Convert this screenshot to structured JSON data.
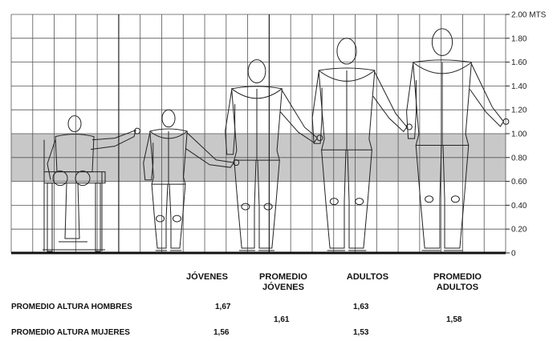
{
  "scale": {
    "unit": "MTS",
    "ticks": [
      {
        "v": 2.0,
        "label": "2.00 MTS"
      },
      {
        "v": 1.8,
        "label": "1.80"
      },
      {
        "v": 1.6,
        "label": "1.60"
      },
      {
        "v": 1.4,
        "label": "1.40"
      },
      {
        "v": 1.2,
        "label": "1.20"
      },
      {
        "v": 1.0,
        "label": "1.00"
      },
      {
        "v": 0.8,
        "label": "0.80"
      },
      {
        "v": 0.6,
        "label": "0.60"
      },
      {
        "v": 0.4,
        "label": "0.40"
      },
      {
        "v": 0.2,
        "label": "0.20"
      },
      {
        "v": 0.0,
        "label": "0"
      }
    ],
    "band": [
      0.6,
      1.0
    ],
    "band_color": "#c8c8c8"
  },
  "figures": [
    {
      "kind": "wheelchair",
      "height": 1.15
    },
    {
      "kind": "child",
      "height": 1.2
    },
    {
      "kind": "youth",
      "height": 1.62
    },
    {
      "kind": "adult-female",
      "height": 1.8
    },
    {
      "kind": "adult-male",
      "height": 1.88
    }
  ],
  "table": {
    "headers": {
      "jovenes": "JÓVENES",
      "promedio_jovenes_1": "PROMEDIO",
      "promedio_jovenes_2": "JÓVENES",
      "adultos": "ADULTOS",
      "promedio_adultos_1": "PROMEDIO",
      "promedio_adultos_2": "ADULTOS"
    },
    "rows": {
      "hombres_label": "PROMEDIO ALTURA HOMBRES",
      "mujeres_label": "PROMEDIO ALTURA MUJERES"
    },
    "values": {
      "jovenes_hombres": "1,67",
      "jovenes_mujeres": "1,56",
      "promedio_jovenes": "1,61",
      "adultos_hombres": "1,63",
      "adultos_mujeres": "1,53",
      "promedio_adultos": "1,58"
    }
  }
}
